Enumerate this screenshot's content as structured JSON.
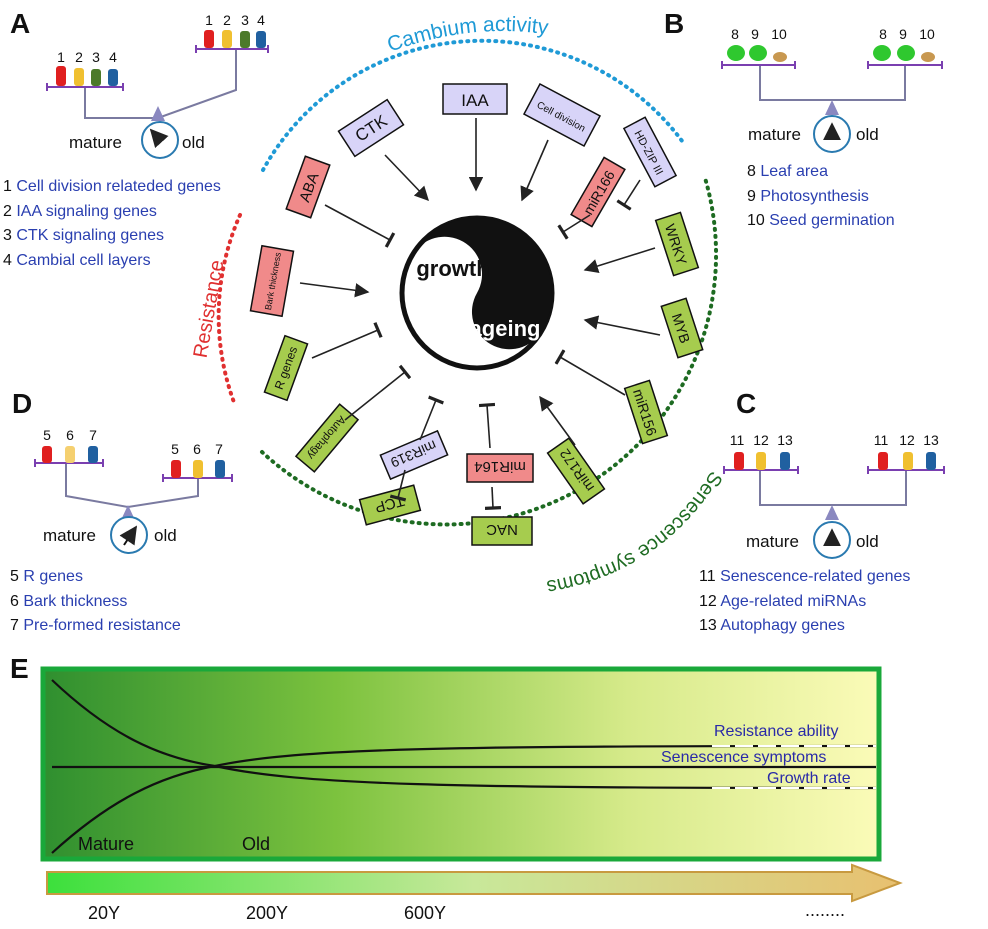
{
  "panels": {
    "A": "A",
    "B": "B",
    "C": "C",
    "D": "D",
    "E": "E"
  },
  "arcs": {
    "cambium": "Cambium activity",
    "resistance": "Resistance",
    "senescence": "Senescence symptoms"
  },
  "center": {
    "growth": "growth",
    "ageing": "ageing"
  },
  "factors": {
    "iaa": "IAA",
    "ctk": "CTK",
    "cell_division": "Cell division",
    "hdzip": "HD-ZIP III",
    "mir166": "miR166",
    "wrky": "WRKY",
    "myb": "MYB",
    "mir156": "miR156",
    "mir172": "miR172",
    "nac": "NAC",
    "mir164": "miR164",
    "tcp": "TCP",
    "mir319": "miR319",
    "autophagy": "Autophagy",
    "rgenes": "R genes",
    "bark": "Bark thickness",
    "aba": "ABA"
  },
  "scale": {
    "mature": "mature",
    "old": "old"
  },
  "panelA": {
    "left_nums": [
      "1",
      "2",
      "3",
      "4"
    ],
    "right_nums": [
      "1",
      "2",
      "3",
      "4"
    ],
    "legend": [
      {
        "n": "1",
        "t": "Cell division relateded genes"
      },
      {
        "n": "2",
        "t": "IAA signaling genes"
      },
      {
        "n": "3",
        "t": "CTK signaling genes"
      },
      {
        "n": "4",
        "t": "Cambial cell layers"
      }
    ]
  },
  "panelB": {
    "left_nums": [
      "8",
      "9",
      "10"
    ],
    "right_nums": [
      "8",
      "9",
      "10"
    ],
    "legend": [
      {
        "n": "8",
        "t": "Leaf area"
      },
      {
        "n": "9",
        "t": "Photosynthesis"
      },
      {
        "n": "10",
        "t": "Seed germination"
      }
    ]
  },
  "panelC": {
    "left_nums": [
      "11",
      "12",
      "13"
    ],
    "right_nums": [
      "11",
      "12",
      "13"
    ],
    "legend": [
      {
        "n": "11",
        "t": "Senescence-related genes"
      },
      {
        "n": "12",
        "t": "Age-related miRNAs"
      },
      {
        "n": "13",
        "t": "Autophagy genes"
      }
    ]
  },
  "panelD": {
    "left_nums": [
      "5",
      "6",
      "7"
    ],
    "right_nums": [
      "5",
      "6",
      "7"
    ],
    "legend": [
      {
        "n": "5",
        "t": "R genes"
      },
      {
        "n": "6",
        "t": "Bark thickness"
      },
      {
        "n": "7",
        "t": "Pre-formed resistance"
      }
    ]
  },
  "panelE": {
    "curves": {
      "resistance": "Resistance ability",
      "senescence": "Senescence symptoms",
      "growth": "Growth rate"
    },
    "stages": {
      "mature": "Mature",
      "old": "Old"
    },
    "axis": [
      "20Y",
      "200Y",
      "600Y",
      "........"
    ]
  },
  "colors": {
    "blue_arc": "#1f9ad6",
    "red_arc": "#e03030",
    "green_arc": "#1e6b22",
    "purple_box": "#d8d4f8",
    "red_box": "#f08a8a",
    "green_box": "#a6cc4e",
    "legend_text": "#2a3fb0",
    "frame_green": "#1aa83a"
  }
}
